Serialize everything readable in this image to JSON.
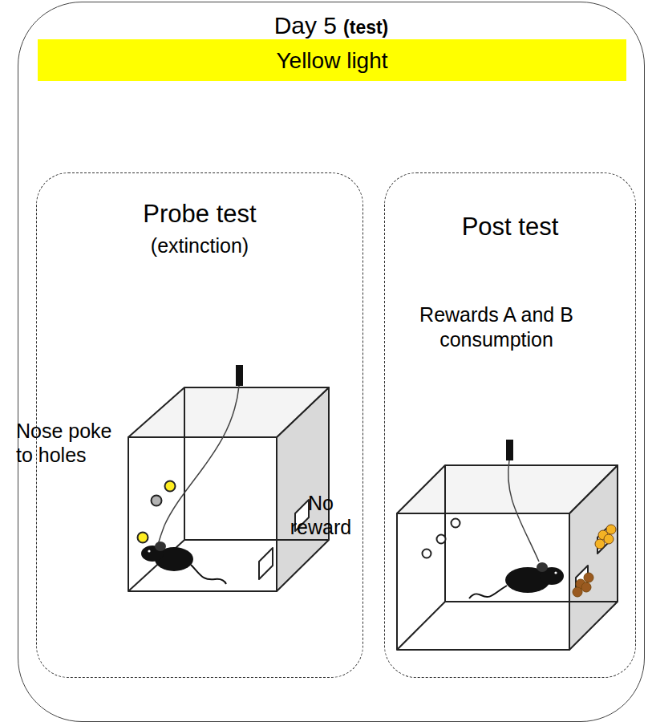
{
  "diagram": {
    "nodes": [
      {
        "text": [
          "Day 5",
          "(test)"
        ]
      },
      {
        "text": [
          "Yellow light"
        ],
        "in": 0
      },
      {
        "text": [
          "Probe test",
          "(extinction)"
        ],
        "in": 0
      },
      {
        "text": [
          "Post test",
          "Rewards A and B consumption"
        ],
        "in": 0
      }
    ],
    "labels": [
      "Nose poke to holes",
      "No reward"
    ]
  }
}
